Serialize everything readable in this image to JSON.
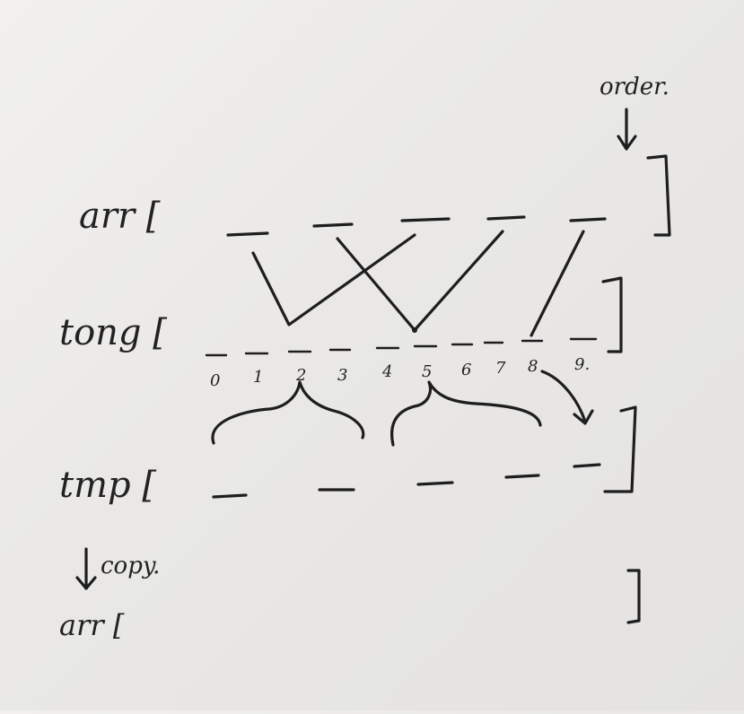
{
  "order_note": "order.",
  "rows": {
    "arr": "arr [",
    "tong": "tong [",
    "tmp": "tmp [",
    "arr_final": "arr ["
  },
  "copy_note": "copy.",
  "indices": [
    "0",
    "1",
    "2",
    "3",
    "4",
    "5",
    "6",
    "7",
    "8",
    "9."
  ]
}
